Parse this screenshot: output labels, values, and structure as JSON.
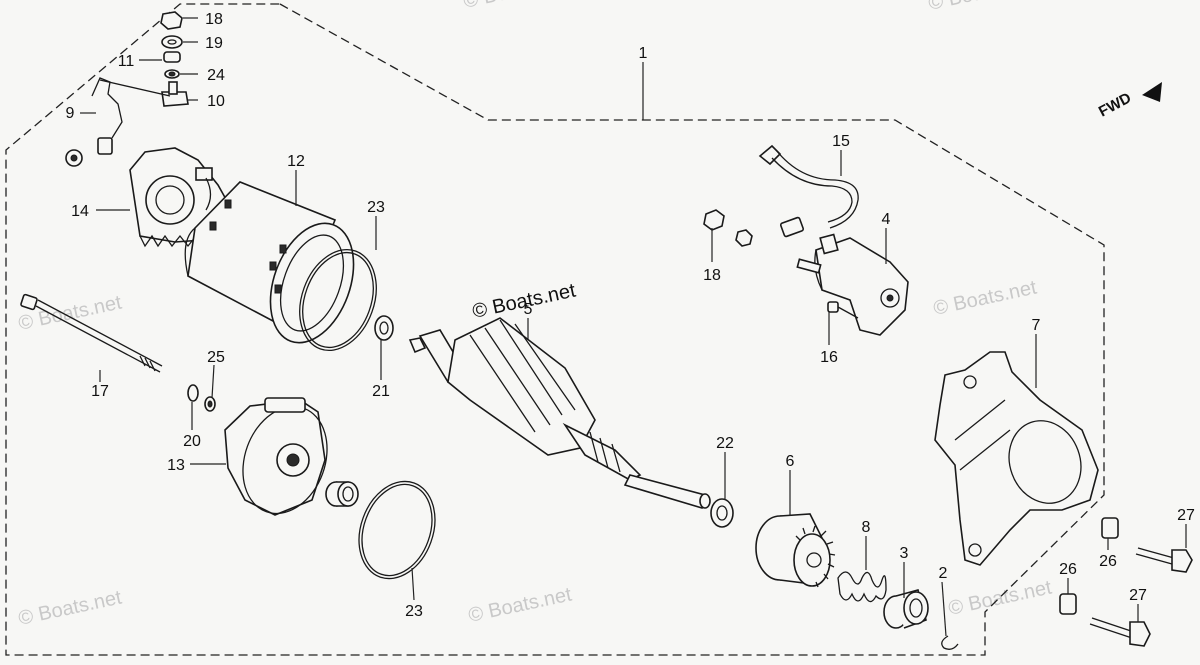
{
  "diagram": {
    "watermarks": [
      "© Boats.net",
      "© Boats.net",
      "© Boats.net",
      "© Boats.net",
      "© Boats.net",
      "© Boats.net",
      "© Boats.net"
    ],
    "fwd_label": "FWD",
    "callouts": {
      "c1": "1",
      "c2": "2",
      "c3": "3",
      "c4": "4",
      "c5": "5",
      "c6": "6",
      "c7": "7",
      "c8": "8",
      "c9": "9",
      "c10": "10",
      "c11": "11",
      "c12": "12",
      "c13": "13",
      "c14": "14",
      "c15": "15",
      "c16": "16",
      "c17": "17",
      "c18a": "18",
      "c18b": "18",
      "c19": "19",
      "c20": "20",
      "c21": "21",
      "c22": "22",
      "c23a": "23",
      "c23b": "23",
      "c24": "24",
      "c25": "25",
      "c26a": "26",
      "c26b": "26",
      "c27a": "27",
      "c27b": "27"
    }
  }
}
